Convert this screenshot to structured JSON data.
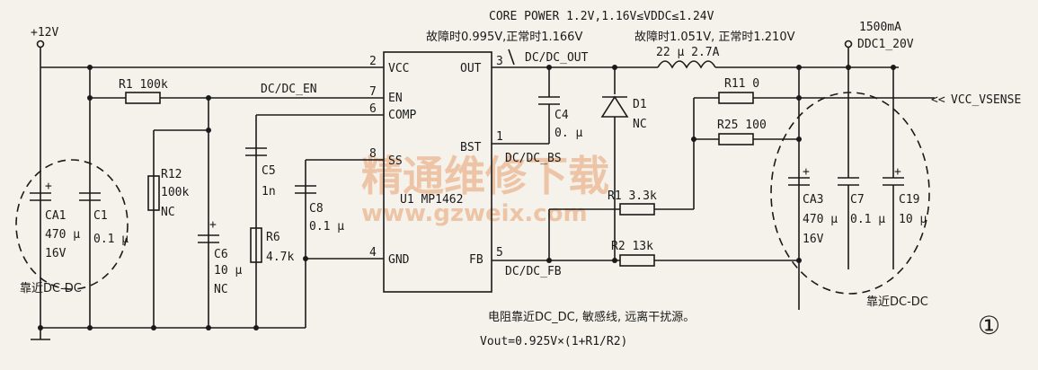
{
  "header": {
    "core_power": "CORE POWER 1.2V,1.16V≤VDDC≤1.24V",
    "fault_left": "故障时0.995V,正常时1.166V",
    "fault_right": "故障时1.051V, 正常时1.210V",
    "current": "1500mA",
    "output_net": "DDC1_20V"
  },
  "supply": {
    "label": "+12V"
  },
  "chip": {
    "name": "U1 MP1462",
    "pins": {
      "vcc": "VCC",
      "en": "EN",
      "comp": "COMP",
      "ss": "SS",
      "gnd": "GND",
      "out": "OUT",
      "bst": "BST",
      "fb": "FB"
    },
    "pin_numbers": {
      "vcc": "2",
      "en": "7",
      "comp": "6",
      "ss": "8",
      "gnd": "4",
      "out": "3",
      "bst": "1",
      "fb": "5"
    }
  },
  "nets": {
    "en": "DC/DC_EN",
    "out": "DC/DC_OUT",
    "bs": "DC/DC_BS",
    "fb": "DC/DC_FB",
    "vsense": "VCC_VSENSE"
  },
  "components": {
    "r1_top": "R1  100k",
    "ca1": [
      "CA1",
      "470 μ",
      "16V"
    ],
    "c1": [
      "C1",
      "0.1 μ"
    ],
    "r12": [
      "R12",
      "100k",
      "NC"
    ],
    "c6": [
      "C6",
      "10 μ",
      "NC"
    ],
    "c5": [
      "C5",
      "1n"
    ],
    "r6": [
      "R6",
      "4.7k"
    ],
    "c8": [
      "C8",
      "0.1 μ"
    ],
    "c4": [
      "C4",
      "0. μ"
    ],
    "d1": [
      "D1",
      "NC"
    ],
    "inductor": "22 μ  2.7A",
    "r11": "R11  0",
    "r25": "R25  100",
    "r1_right": "R1  3.3k",
    "r2": "R2  13k",
    "ca3": [
      "CA3",
      "470 μ",
      "16V"
    ],
    "c7": [
      "C7",
      "0.1 μ"
    ],
    "c19": [
      "C19",
      "10 μ"
    ]
  },
  "notes": {
    "near_left": "靠近DC-DC",
    "near_right": "靠近DC-DC",
    "resistor_note": "电阻靠近DC_DC, 敏感线, 远离干扰源。",
    "formula": "Vout=0.925V×(1+R1/R2)",
    "figure_number": "①"
  },
  "watermark": {
    "title": "精通维修下载",
    "url": "www.gzweix.com"
  }
}
